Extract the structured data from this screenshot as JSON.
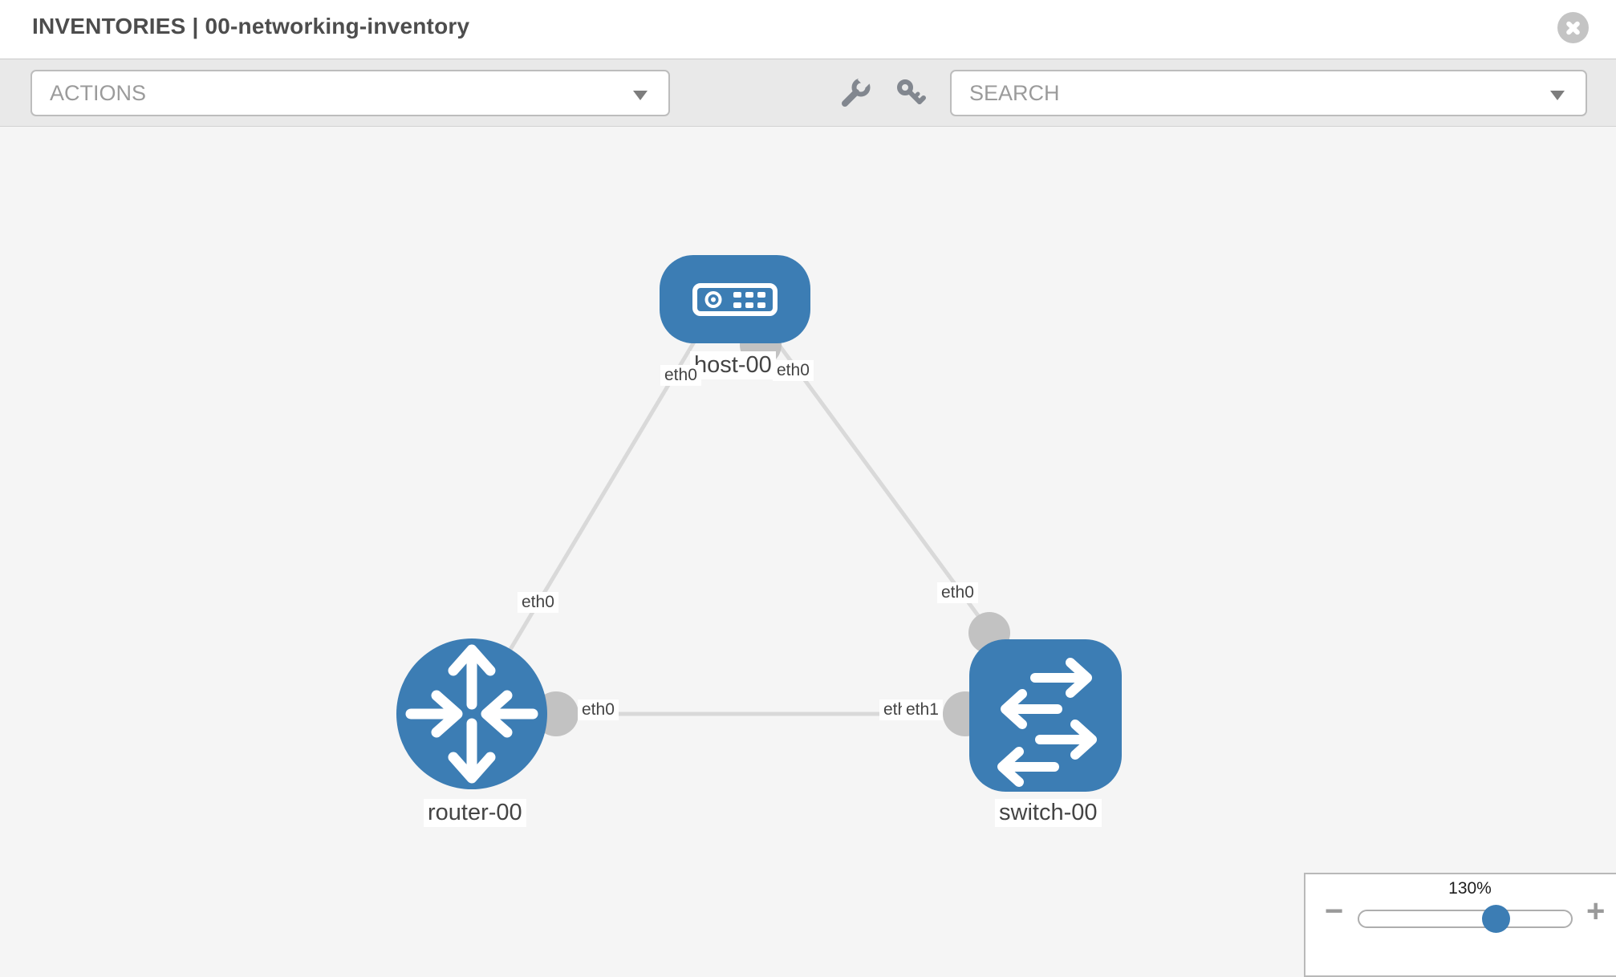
{
  "header": {
    "title": "INVENTORIES | 00-networking-inventory"
  },
  "toolbar": {
    "actions_label": "ACTIONS",
    "search_label": "SEARCH"
  },
  "icons": {
    "close": "circle-x-icon",
    "wrench": "wrench-icon",
    "key": "key-icon",
    "caret": "caret-down-icon"
  },
  "topology": {
    "nodes": [
      {
        "id": "host-00",
        "type": "host",
        "label": "host-00"
      },
      {
        "id": "router-00",
        "type": "router",
        "label": "router-00"
      },
      {
        "id": "switch-00",
        "type": "switch",
        "label": "switch-00"
      }
    ],
    "links": [
      {
        "from": "host-00",
        "to": "router-00",
        "from_iface": "eth0",
        "to_iface": "eth0"
      },
      {
        "from": "host-00",
        "to": "switch-00",
        "from_iface": "eth0",
        "to_iface": "eth0"
      },
      {
        "from": "router-00",
        "to": "switch-00",
        "from_iface": "eth0",
        "to_iface": "eth1"
      }
    ],
    "iface_labels": {
      "host_left": "eth0",
      "host_right": "eth0",
      "router_link_top": "eth0",
      "switch_link_top": "eth0",
      "router_link_right": "eth0",
      "switch_link_left_under": "eth0",
      "switch_link_left_over": "eth1"
    }
  },
  "zoom_control": {
    "level": "130%",
    "minus_label": "−",
    "plus_label": "+"
  },
  "colors": {
    "node_blue": "#3c7db4",
    "bubble_gray": "#c2c2c2",
    "edge_gray": "#d9d9d9",
    "toolbar_gray": "#e9e9e9"
  }
}
